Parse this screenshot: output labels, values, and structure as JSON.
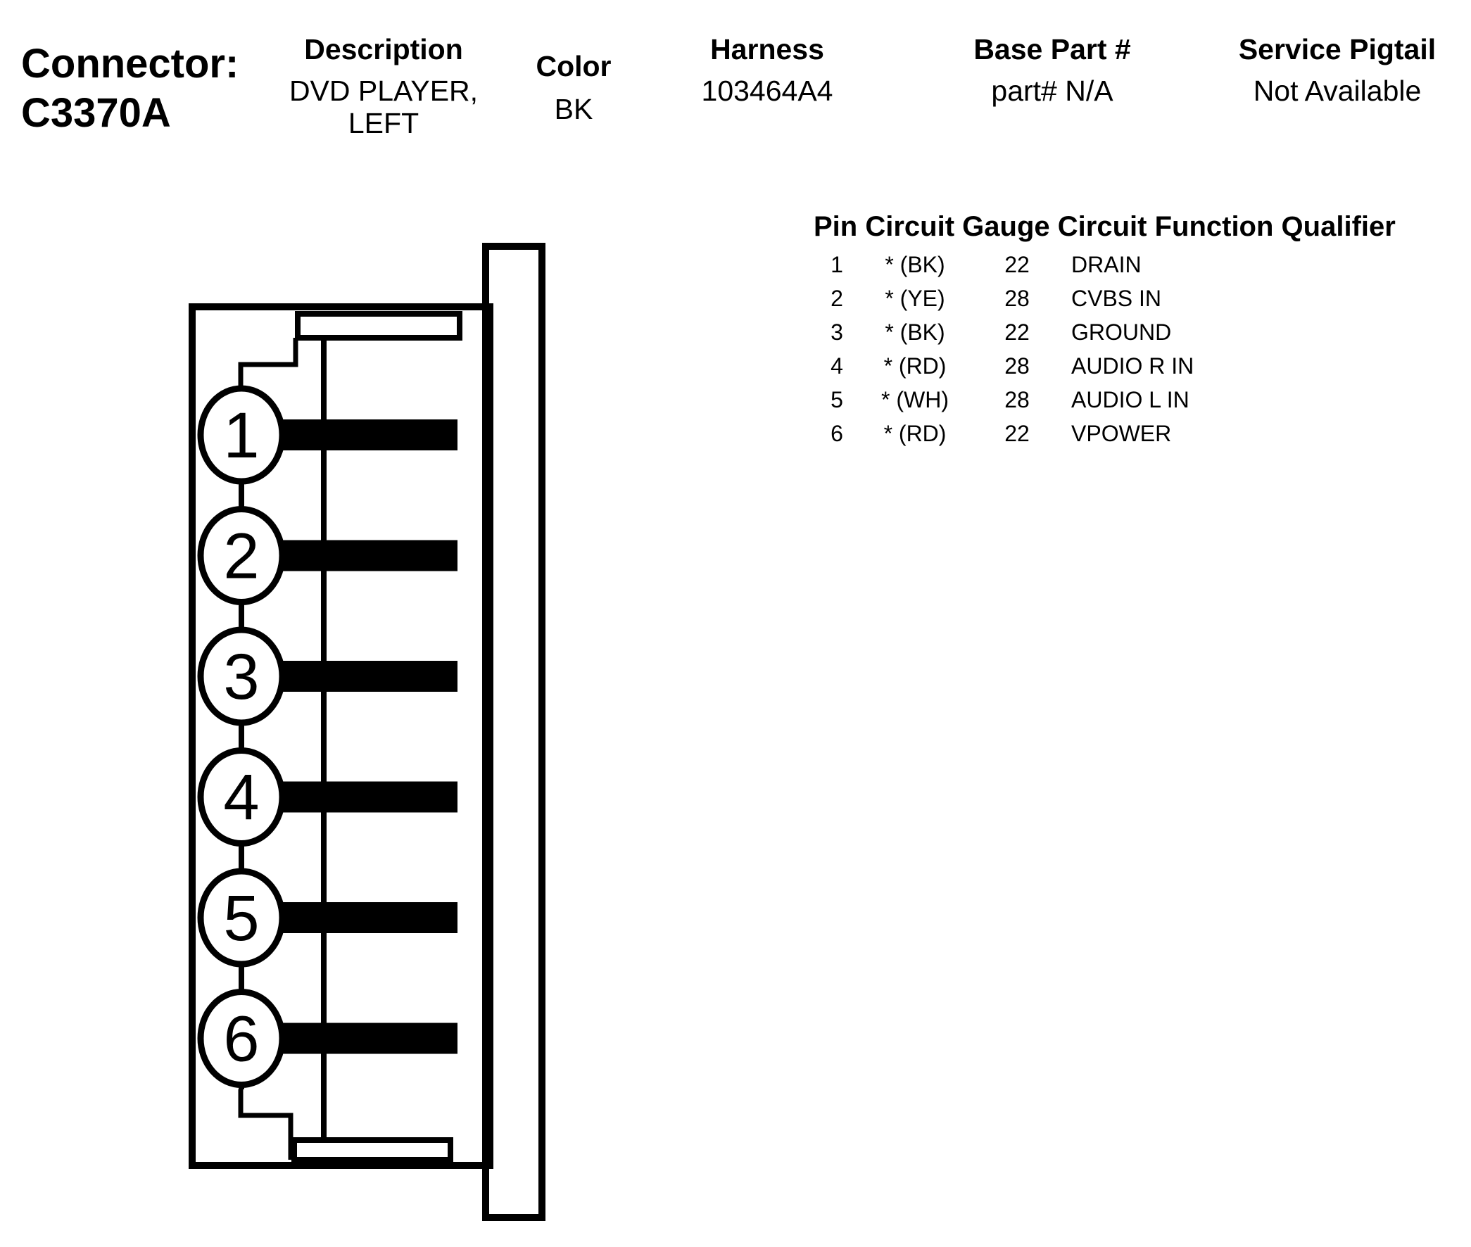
{
  "connector": {
    "label": "Connector:",
    "id": "C3370A"
  },
  "header": {
    "description": {
      "label": "Description",
      "value": "DVD PLAYER,\nLEFT"
    },
    "color": {
      "label": "Color",
      "value": "BK"
    },
    "harness": {
      "label": "Harness",
      "value": "103464A4"
    },
    "base_part": {
      "label": "Base Part #",
      "value": "part# N/A"
    },
    "service_pigtail": {
      "label": "Service Pigtail",
      "value": "Not Available"
    }
  },
  "pin_table": {
    "headers": [
      "Pin",
      "Circuit",
      "Gauge",
      "Circuit Function",
      "Qualifier"
    ],
    "rows": [
      {
        "pin": "1",
        "circuit": "* (BK)",
        "gauge": "22",
        "function": "DRAIN"
      },
      {
        "pin": "2",
        "circuit": "* (YE)",
        "gauge": "28",
        "function": "CVBS IN"
      },
      {
        "pin": "3",
        "circuit": "* (BK)",
        "gauge": "22",
        "function": "GROUND"
      },
      {
        "pin": "4",
        "circuit": "* (RD)",
        "gauge": "28",
        "function": "AUDIO R IN"
      },
      {
        "pin": "5",
        "circuit": "* (WH)",
        "gauge": "28",
        "function": "AUDIO L IN"
      },
      {
        "pin": "6",
        "circuit": "* (RD)",
        "gauge": "22",
        "function": "VPOWER"
      }
    ]
  },
  "diagram": {
    "pins": [
      "1",
      "2",
      "3",
      "4",
      "5",
      "6"
    ]
  }
}
